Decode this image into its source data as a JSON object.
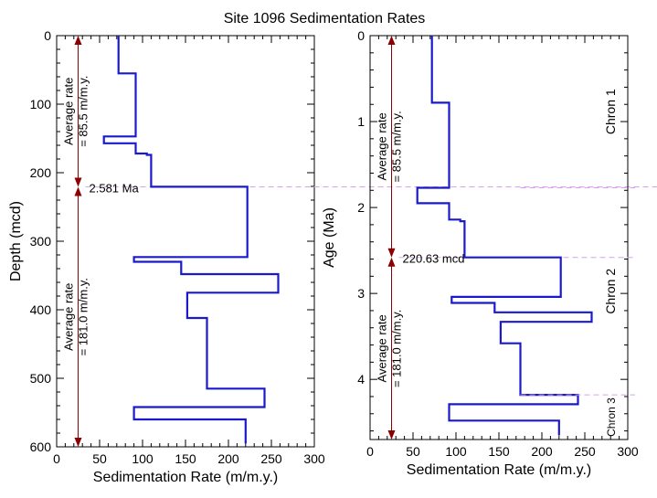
{
  "page_title": "Site 1096 Sedimentation Rates",
  "chart_data": [
    {
      "type": "line",
      "xlabel": "Sedimentation Rate (m/m.y.)",
      "ylabel": "Depth (mcd)",
      "xlim": [
        0,
        300
      ],
      "ylim": [
        600,
        0
      ],
      "y_inverted": true,
      "x_ticks": [
        0,
        50,
        100,
        150,
        200,
        250,
        300
      ],
      "y_ticks": [
        0,
        100,
        200,
        300,
        400,
        500,
        600
      ],
      "series": [
        {
          "color": "#1a1acc",
          "x": [
            72,
            72,
            92,
            92,
            55,
            55,
            92,
            92,
            105,
            105,
            110,
            110,
            222,
            222,
            90,
            90,
            145,
            145,
            258,
            258,
            152,
            152,
            175,
            175,
            242,
            242,
            90,
            90,
            220,
            220
          ],
          "y": [
            0,
            55,
            55,
            147,
            147,
            157,
            157,
            172,
            172,
            174,
            174,
            220.6,
            220.6,
            323,
            323,
            330,
            330,
            348,
            348,
            375,
            375,
            412,
            412,
            515,
            515,
            542,
            542,
            560,
            560,
            595
          ]
        }
      ],
      "annotations": [
        {
          "text": "Average rate",
          "line2": "= 85.5 m/m.y.",
          "x": 25,
          "y_from": 0,
          "y_to": 220.6,
          "color": "#8b0000"
        },
        {
          "text": "Average rate",
          "line2": "= 181.0 m/m.y.",
          "x": 25,
          "y_from": 220.6,
          "y_to": 600,
          "color": "#8b0000"
        },
        {
          "text": "2.581 Ma",
          "y": 220.6,
          "type": "dashed-line",
          "color": "#d8a0ee"
        }
      ]
    },
    {
      "type": "line",
      "xlabel": "Sedimentation Rate (m/m.y.)",
      "ylabel": "Age (Ma)",
      "xlim": [
        0,
        300
      ],
      "ylim": [
        4.7,
        0
      ],
      "y_inverted": true,
      "x_ticks": [
        0,
        50,
        100,
        150,
        200,
        250,
        300
      ],
      "y_ticks": [
        0,
        1,
        2,
        3,
        4
      ],
      "series": [
        {
          "color": "#1a1acc",
          "x": [
            72,
            72,
            92,
            92,
            55,
            55,
            92,
            92,
            105,
            105,
            110,
            110,
            222,
            222,
            95,
            95,
            145,
            145,
            258,
            258,
            152,
            152,
            175,
            175,
            242,
            242,
            92,
            92,
            220,
            220
          ],
          "y": [
            0,
            0.78,
            0.78,
            1.77,
            1.77,
            1.95,
            1.95,
            2.14,
            2.14,
            2.16,
            2.16,
            2.581,
            2.581,
            3.04,
            3.04,
            3.11,
            3.11,
            3.22,
            3.22,
            3.33,
            3.33,
            3.58,
            3.58,
            4.18,
            4.18,
            4.29,
            4.29,
            4.48,
            4.48,
            4.65
          ]
        }
      ],
      "annotations": [
        {
          "text": "Average rate",
          "line2": "= 85.5 m/m.y.",
          "x": 25,
          "y_from": 0,
          "y_to": 2.581,
          "color": "#8b0000"
        },
        {
          "text": "Average rate",
          "line2": "= 181.0 m/m.y.",
          "x": 25,
          "y_from": 2.581,
          "y_to": 4.7,
          "color": "#8b0000"
        },
        {
          "text": "220.63 mcd",
          "y": 2.581,
          "type": "dashed-line",
          "color": "#d8a0ee"
        }
      ],
      "chron_labels": [
        "Chron 1",
        "Chron 2",
        "Chron  3"
      ],
      "chron_boundaries": [
        1.77,
        4.18
      ]
    }
  ]
}
